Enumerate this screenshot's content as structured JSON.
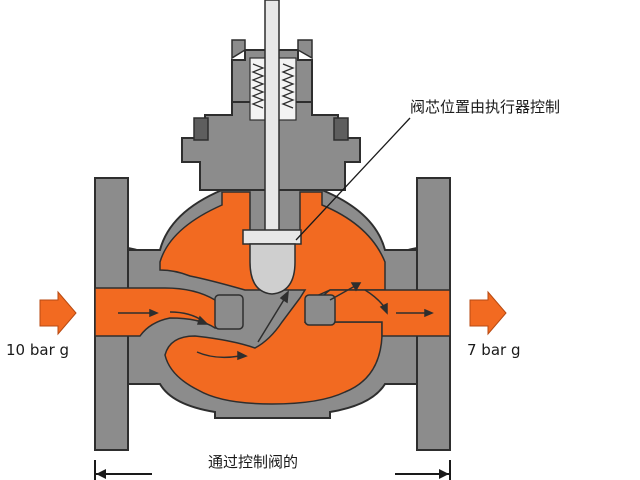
{
  "labels": {
    "plug_note": "阀芯位置由执行器控制",
    "inlet_pressure": "10 bar g",
    "outlet_pressure": "7 bar g",
    "flow_through": "通过控制阀的"
  },
  "colors": {
    "body": "#8c8c8c",
    "body_stroke": "#2e2e2e",
    "fluid": "#f26a21",
    "plug": "#cfcfcf",
    "stem": "#e8e8e8",
    "arrow": "#f26a21"
  },
  "icons": {
    "inlet_arrow": "arrow-right-icon",
    "outlet_arrow": "arrow-right-icon"
  }
}
